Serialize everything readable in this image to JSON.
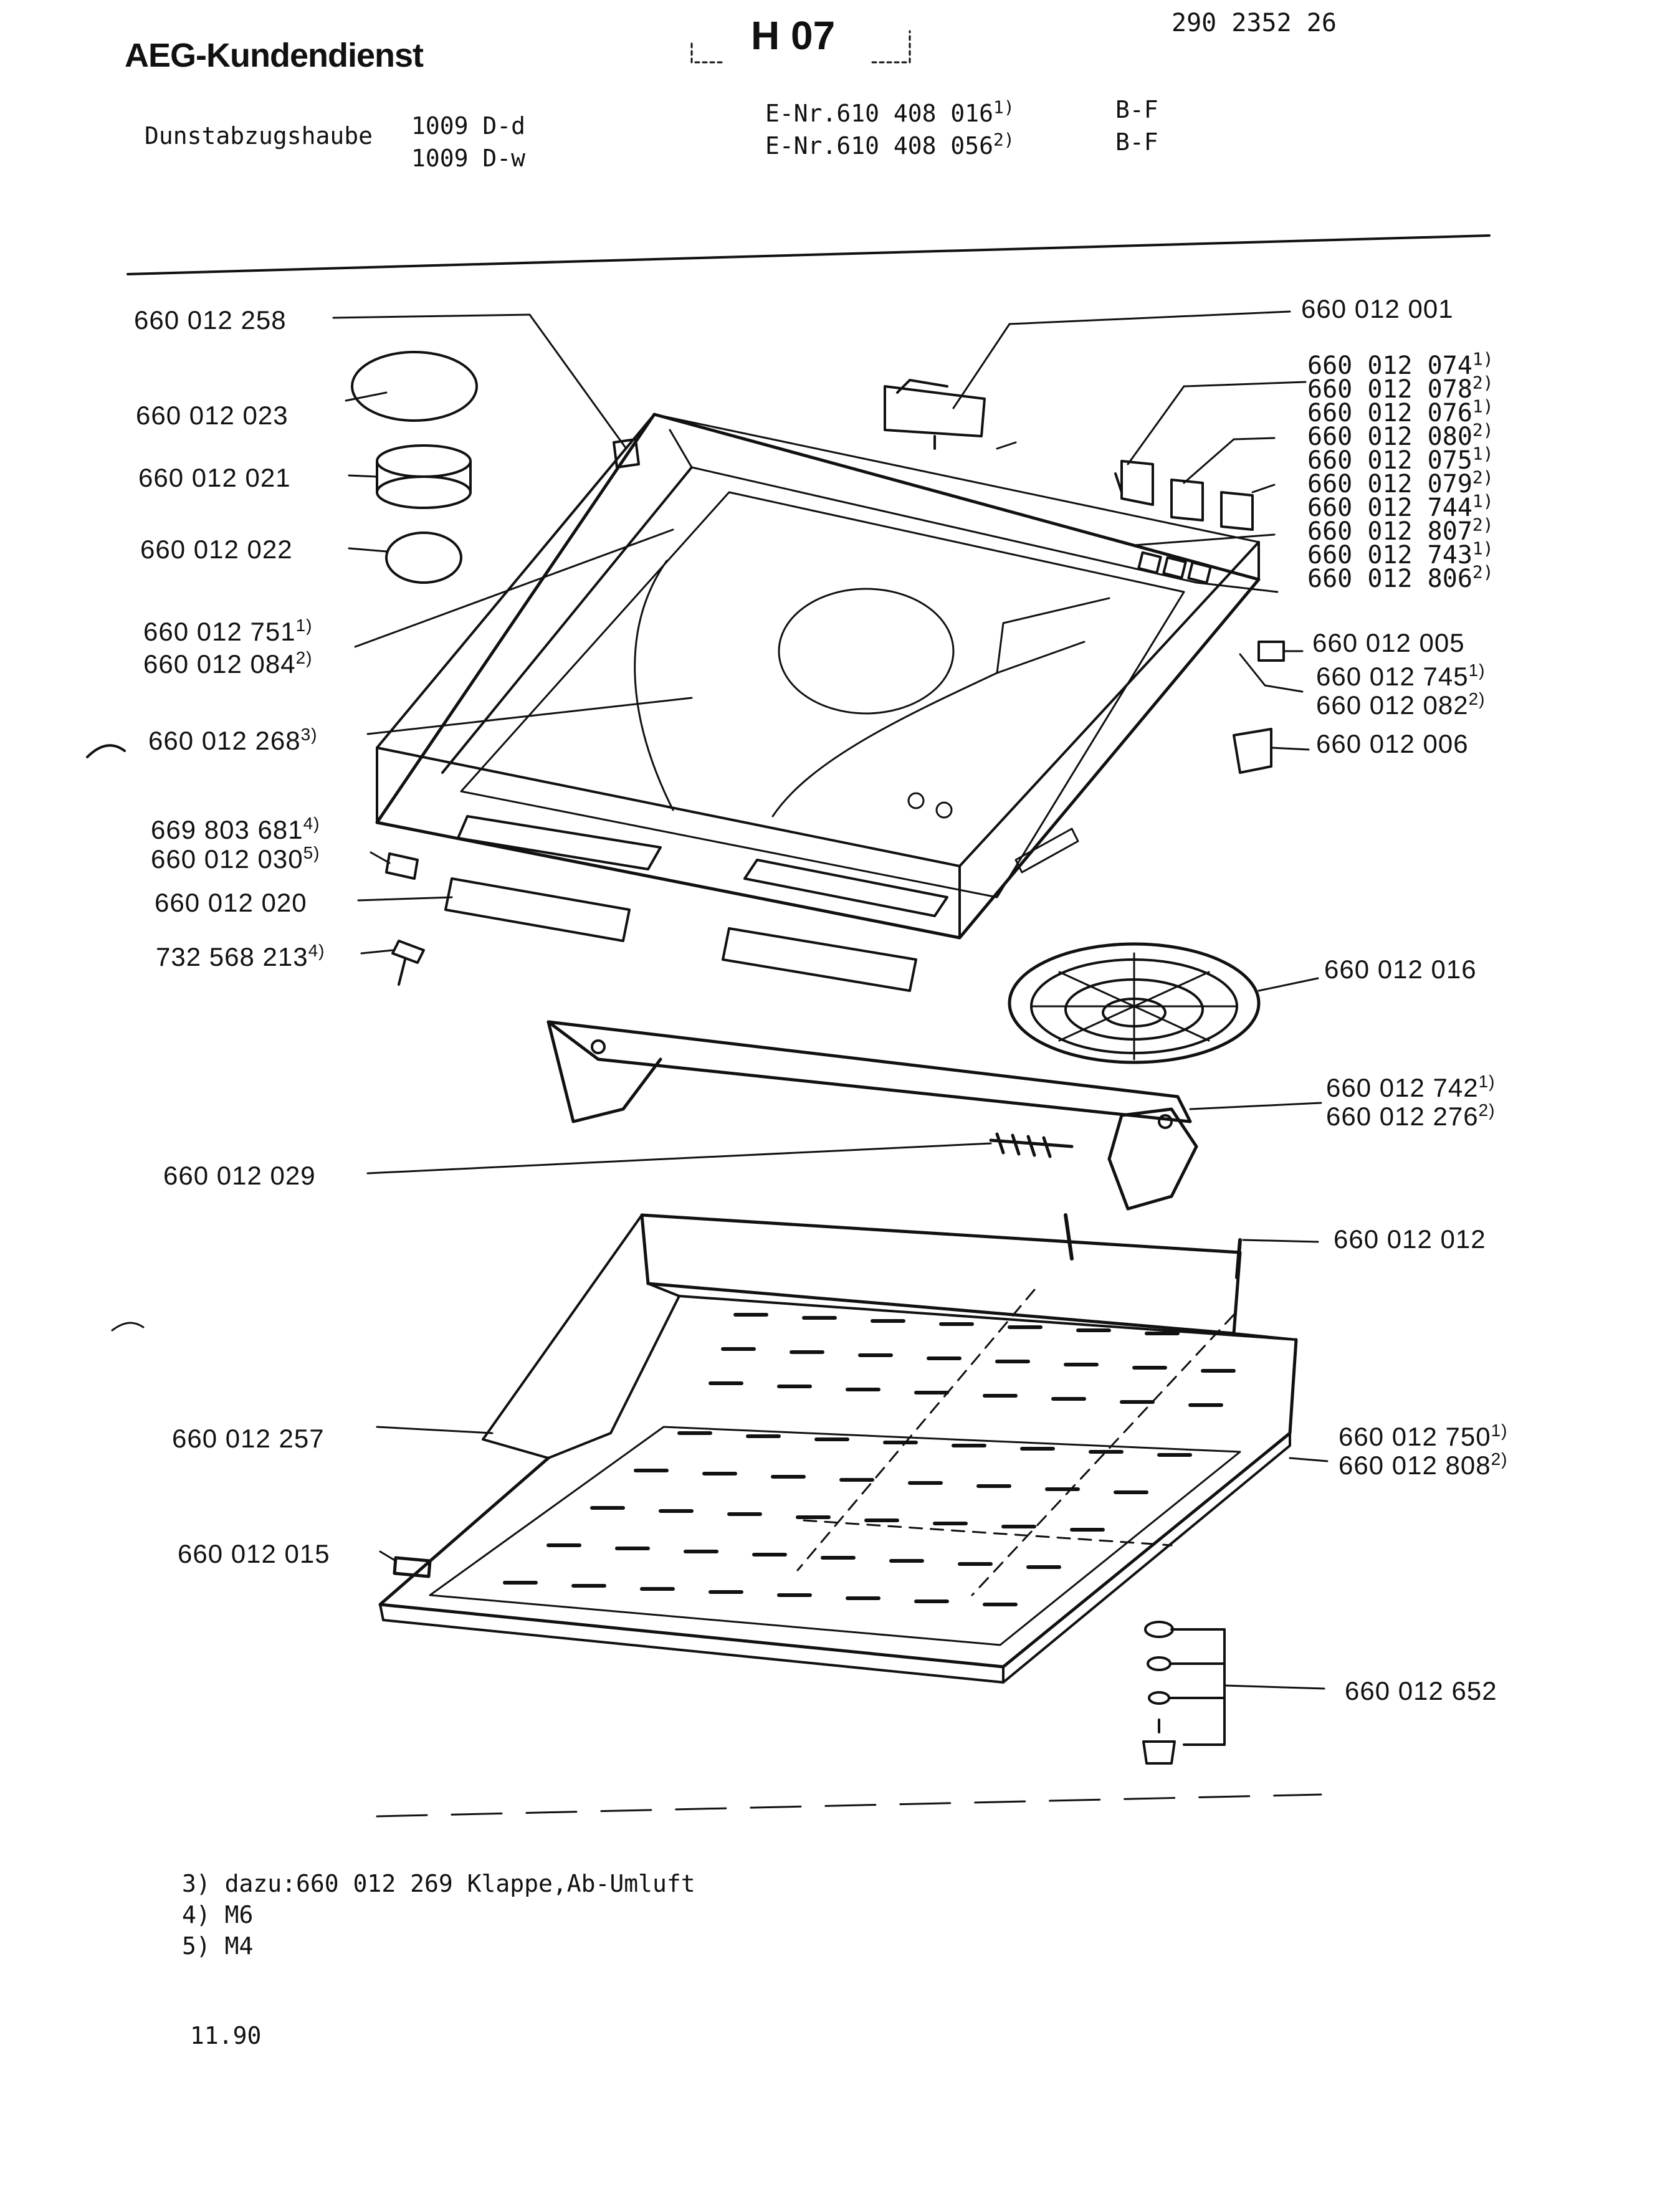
{
  "header": {
    "brand": "AEG-Kundendienst",
    "sheet": "H 07",
    "doc_number": "290 2352 26",
    "product_label": "Dunstabzugshaube",
    "models": [
      "1009 D-d",
      "1009 D-w"
    ],
    "enr": [
      {
        "text": "E-Nr.610 408 016",
        "ref": "1)",
        "code": "B-F"
      },
      {
        "text": "E-Nr.610 408 056",
        "ref": "2)",
        "code": "B-F"
      }
    ]
  },
  "parts_left": [
    {
      "number": "660 012 258",
      "ref": ""
    },
    {
      "number": "660 012 023",
      "ref": ""
    },
    {
      "number": "660 012 021",
      "ref": ""
    },
    {
      "number": "660 012 022",
      "ref": ""
    },
    {
      "number": "660 012 751",
      "ref": "1)"
    },
    {
      "number": "660 012 084",
      "ref": "2)"
    },
    {
      "number": "660 012 268",
      "ref": "3)"
    },
    {
      "number": "669 803 681",
      "ref": "4)"
    },
    {
      "number": "660 012 030",
      "ref": "5)"
    },
    {
      "number": "660 012 020",
      "ref": ""
    },
    {
      "number": "732 568 213",
      "ref": "4)"
    },
    {
      "number": "660 012 029",
      "ref": ""
    },
    {
      "number": "660 012 257",
      "ref": ""
    },
    {
      "number": "660 012 015",
      "ref": ""
    }
  ],
  "parts_right": [
    {
      "number": "660 012 001",
      "ref": ""
    },
    {
      "number": "660 012 074",
      "ref": "1)"
    },
    {
      "number": "660 012 078",
      "ref": "2)"
    },
    {
      "number": "660 012 076",
      "ref": "1)"
    },
    {
      "number": "660 012 080",
      "ref": "2)"
    },
    {
      "number": "660 012 075",
      "ref": "1)"
    },
    {
      "number": "660 012 079",
      "ref": "2)"
    },
    {
      "number": "660 012 744",
      "ref": "1)"
    },
    {
      "number": "660 012 807",
      "ref": "2)"
    },
    {
      "number": "660 012 743",
      "ref": "1)"
    },
    {
      "number": "660 012 806",
      "ref": "2)"
    },
    {
      "number": "660 012 005",
      "ref": ""
    },
    {
      "number": "660 012 745",
      "ref": "1)"
    },
    {
      "number": "660 012 082",
      "ref": "2)"
    },
    {
      "number": "660 012 006",
      "ref": ""
    },
    {
      "number": "660 012 016",
      "ref": ""
    },
    {
      "number": "660 012 742",
      "ref": "1)"
    },
    {
      "number": "660 012 276",
      "ref": "2)"
    },
    {
      "number": "660 012 012",
      "ref": ""
    },
    {
      "number": "660 012 750",
      "ref": "1)"
    },
    {
      "number": "660 012 808",
      "ref": "2)"
    },
    {
      "number": "660 012 652",
      "ref": ""
    }
  ],
  "footnotes": [
    {
      "mark": "3)",
      "text": "dazu:660 012 269 Klappe,Ab-Umluft"
    },
    {
      "mark": "4)",
      "text": "M6"
    },
    {
      "mark": "5)",
      "text": "M4"
    }
  ],
  "date": "11.90"
}
